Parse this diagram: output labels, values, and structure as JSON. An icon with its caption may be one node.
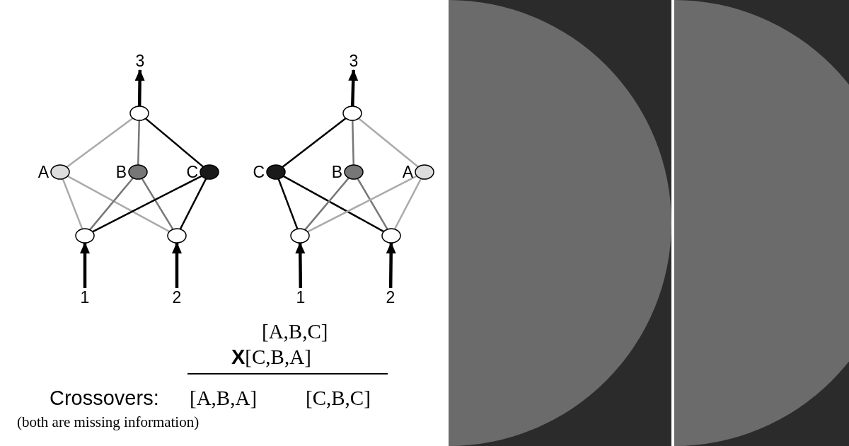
{
  "diagram": {
    "nodes": [
      {
        "text": [
          "3"
        ]
      },
      {
        "text": [],
        "shape": "circle"
      },
      {
        "text": [
          "A"
        ]
      },
      {
        "text": [
          "B"
        ]
      },
      {
        "text": [
          "C"
        ]
      },
      {
        "text": [],
        "shape": "circle"
      },
      {
        "text": [],
        "shape": "circle"
      },
      {
        "text": [
          "1"
        ]
      },
      {
        "text": [
          "2"
        ]
      },
      {
        "text": [
          "3"
        ]
      },
      {
        "text": [],
        "shape": "circle"
      },
      {
        "text": [
          "C"
        ]
      },
      {
        "text": [
          "B"
        ]
      },
      {
        "text": [
          "A"
        ]
      },
      {
        "text": [],
        "shape": "circle"
      },
      {
        "text": [],
        "shape": "circle"
      },
      {
        "text": [
          "1"
        ]
      },
      {
        "text": [
          "2"
        ]
      }
    ],
    "edges": [
      {
        "from": 1,
        "to": 0,
        "arrow": "to",
        "style": "thick"
      },
      {
        "from": 1,
        "to": 2,
        "arrow": "none",
        "color": "#aaaaaa"
      },
      {
        "from": 1,
        "to": 3,
        "arrow": "none",
        "color": "#777777"
      },
      {
        "from": 1,
        "to": 4,
        "arrow": "none"
      },
      {
        "from": 2,
        "to": 5,
        "arrow": "none",
        "color": "#aaaaaa"
      },
      {
        "from": 2,
        "to": 6,
        "arrow": "none",
        "color": "#aaaaaa"
      },
      {
        "from": 3,
        "to": 5,
        "arrow": "none",
        "color": "#777777"
      },
      {
        "from": 3,
        "to": 6,
        "arrow": "none",
        "color": "#777777"
      },
      {
        "from": 4,
        "to": 5,
        "arrow": "none"
      },
      {
        "from": 4,
        "to": 6,
        "arrow": "none"
      },
      {
        "from": 7,
        "to": 5,
        "arrow": "to",
        "style": "thick"
      },
      {
        "from": 8,
        "to": 6,
        "arrow": "to",
        "style": "thick"
      },
      {
        "from": 10,
        "to": 9,
        "arrow": "to",
        "style": "thick"
      },
      {
        "from": 10,
        "to": 11,
        "arrow": "none"
      },
      {
        "from": 10,
        "to": 12,
        "arrow": "none",
        "color": "#777777"
      },
      {
        "from": 10,
        "to": 13,
        "arrow": "none",
        "color": "#aaaaaa"
      },
      {
        "from": 11,
        "to": 14,
        "arrow": "none"
      },
      {
        "from": 11,
        "to": 15,
        "arrow": "none"
      },
      {
        "from": 12,
        "to": 14,
        "arrow": "none",
        "color": "#777777"
      },
      {
        "from": 12,
        "to": 15,
        "arrow": "none",
        "color": "#777777"
      },
      {
        "from": 13,
        "to": 14,
        "arrow": "none",
        "color": "#aaaaaa"
      },
      {
        "from": 13,
        "to": 15,
        "arrow": "none",
        "color": "#aaaaaa"
      },
      {
        "from": 16,
        "to": 14,
        "arrow": "to",
        "style": "thick"
      },
      {
        "from": 17,
        "to": 15,
        "arrow": "to",
        "style": "thick"
      }
    ],
    "labels": [
      "[A,B,C]",
      "**X**[C,B,A]",
      "Crossovers:",
      "[A,B,A]",
      "[C,B,C]",
      "(both are missing information)"
    ]
  }
}
